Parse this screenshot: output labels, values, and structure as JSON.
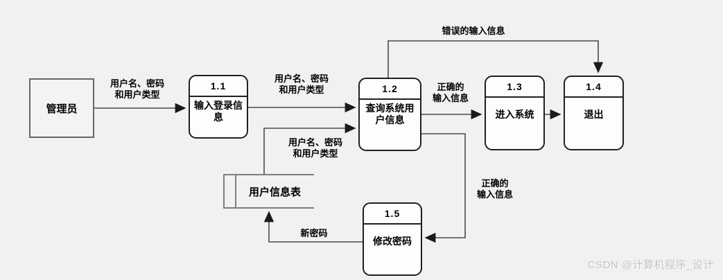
{
  "diagram": {
    "entity": {
      "label": "管理员"
    },
    "datastore": {
      "label": "用户信息表"
    },
    "processes": [
      {
        "id": "1.1",
        "label": "输入登录信息"
      },
      {
        "id": "1.2",
        "label": "查询系统用户信息"
      },
      {
        "id": "1.3",
        "label": "进入系统"
      },
      {
        "id": "1.4",
        "label": "退出"
      },
      {
        "id": "1.5",
        "label": "修改密码"
      }
    ],
    "flow_labels": [
      {
        "text": "用户名、密码\n和用户类型"
      },
      {
        "text": "用户名、密码\n和用户类型"
      },
      {
        "text": "错误的输入信息"
      },
      {
        "text": "正确的\n输入信息"
      },
      {
        "text": "用户名、密码\n和用户类型"
      },
      {
        "text": "正确的\n输入信息"
      },
      {
        "text": "新密码"
      }
    ],
    "colors": {
      "background": "#f1f1f1",
      "process_border": "#1f1f1f",
      "entity_border": "#666666",
      "flow_line": "#4a4a4a",
      "datastore_line": "#7d7d7d",
      "watermark_text": "#c2c2c2"
    }
  },
  "watermark": {
    "text": "CSDN @计算机程序_设计"
  }
}
